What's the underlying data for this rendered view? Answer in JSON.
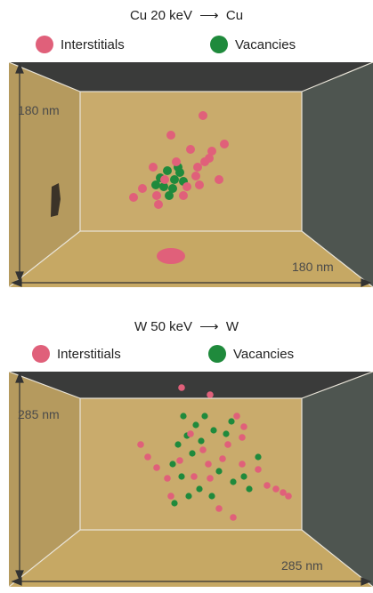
{
  "panels": [
    {
      "title": "Cu 20 keV",
      "arrow": "⟶",
      "product": "Cu",
      "legend": [
        {
          "label": "Interstitials",
          "color": "#e0607a"
        },
        {
          "label": "Vacancies",
          "color": "#1f8a3c"
        }
      ],
      "vertical_dim": "180 nm",
      "horizontal_dim": "180 nm"
    },
    {
      "title": "W 50 keV",
      "arrow": "⟶",
      "product": "W",
      "legend": [
        {
          "label": "Interstitials",
          "color": "#e0607a"
        },
        {
          "label": "Vacancies",
          "color": "#1f8a3c"
        }
      ],
      "vertical_dim": "285 nm",
      "horizontal_dim": "285 nm"
    }
  ],
  "colors": {
    "box_back": "#c9ab6c",
    "box_floor": "#c6a864",
    "box_top": "#3a3b3a",
    "box_right": "#4e5550",
    "box_left": "#b59a5e",
    "interstitial": "#e0607a",
    "vacancy": "#1f8a3c"
  }
}
